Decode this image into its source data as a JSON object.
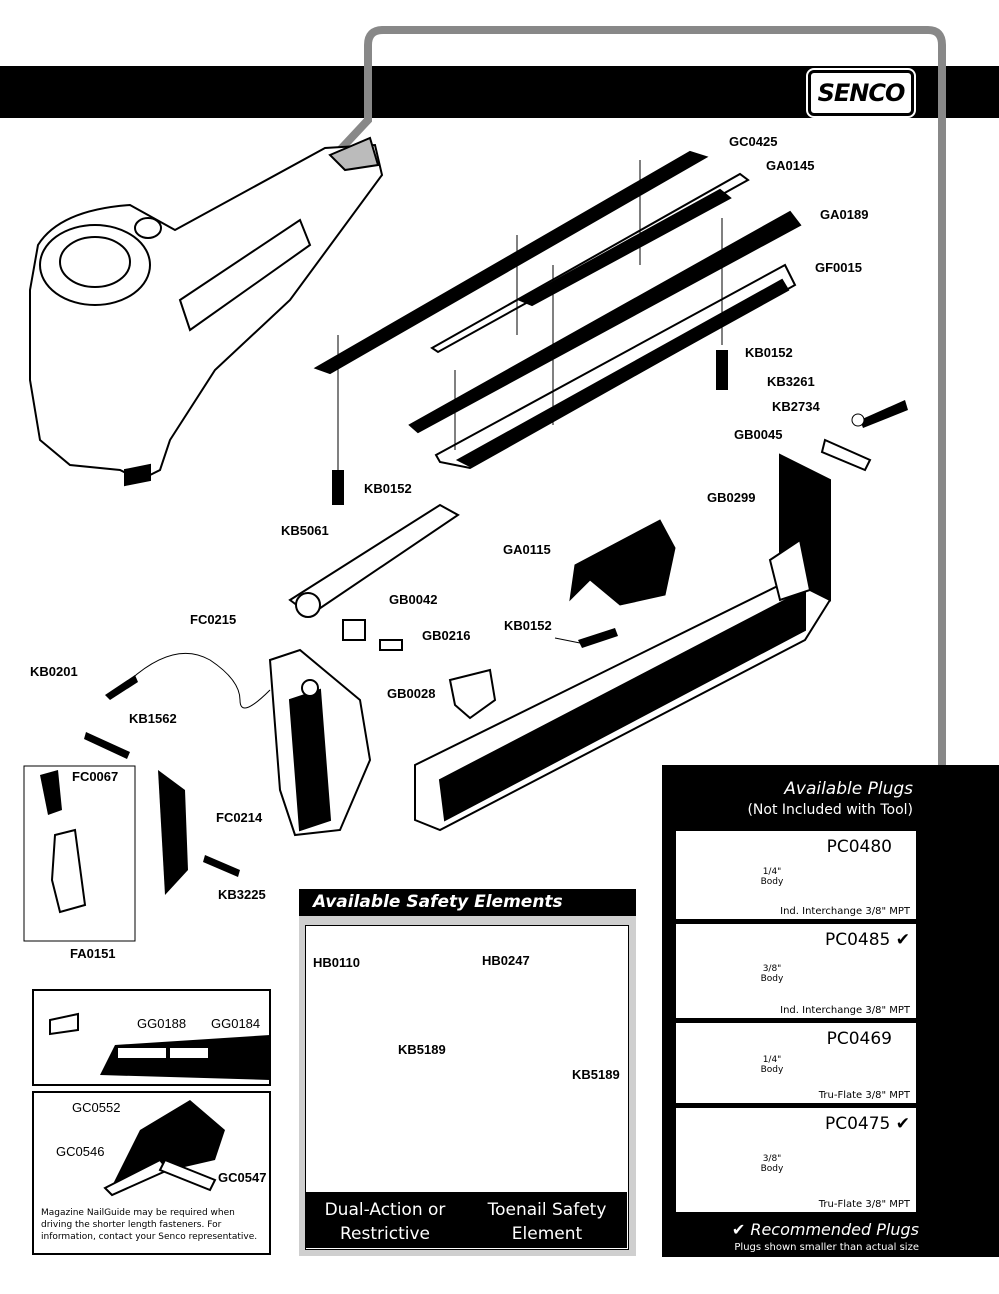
{
  "brand": {
    "logo": "SENCO"
  },
  "parts": [
    {
      "id": "GC0425"
    },
    {
      "id": "GA0145"
    },
    {
      "id": "GA0189"
    },
    {
      "id": "GF0015"
    },
    {
      "id": "KB0152"
    },
    {
      "id": "KB3261"
    },
    {
      "id": "KB2734"
    },
    {
      "id": "GB0045"
    },
    {
      "id": "KB0152"
    },
    {
      "id": "GB0299"
    },
    {
      "id": "KB5061"
    },
    {
      "id": "GA0115"
    },
    {
      "id": "GB0042"
    },
    {
      "id": "FC0215"
    },
    {
      "id": "GB0216"
    },
    {
      "id": "KB0152"
    },
    {
      "id": "KB0201"
    },
    {
      "id": "GB0028"
    },
    {
      "id": "KB1562"
    },
    {
      "id": "FC0067"
    },
    {
      "id": "FC0214"
    },
    {
      "id": "KB3225"
    },
    {
      "id": "FA0151"
    }
  ],
  "guide_parts": [
    "GG0188",
    "GG0184",
    "GC0552",
    "GC0546",
    "GC0547"
  ],
  "note": "Magazine NailGuide may be required when driving the shorter length fasteners. For information, contact your Senco representative.",
  "safety": {
    "title": "Available Safety Elements",
    "labels": [
      "HB0110",
      "HB0247",
      "KB5189",
      "KB5189"
    ],
    "footer_left": "Dual-Action or Restrictive",
    "footer_right": "Toenail Safety Element"
  },
  "plugs": {
    "title": "Available Plugs",
    "subtitle": "(Not Included with Tool)",
    "items": [
      {
        "code": "PC0480",
        "check": "",
        "body": "1/4\" Body",
        "desc": "Ind. Interchange 3/8\" MPT"
      },
      {
        "code": "PC0485",
        "check": "✔",
        "body": "3/8\" Body",
        "desc": "Ind. Interchange 3/8\" MPT"
      },
      {
        "code": "PC0469",
        "check": "",
        "body": "1/4\" Body",
        "desc": "Tru-Flate 3/8\" MPT"
      },
      {
        "code": "PC0475",
        "check": "✔",
        "body": "3/8\" Body",
        "desc": "Tru-Flate 3/8\" MPT"
      }
    ],
    "recommended": "✔ Recommended Plugs",
    "footnote": "Plugs shown smaller than actual size"
  }
}
